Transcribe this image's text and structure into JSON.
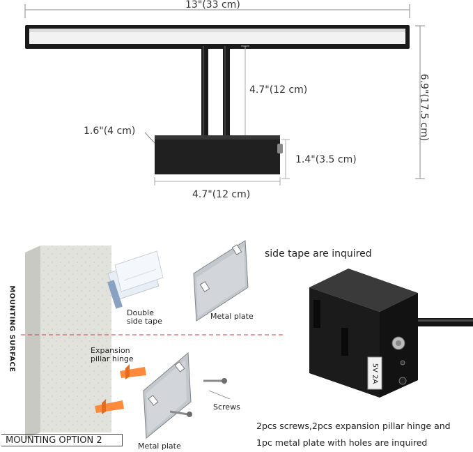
{
  "dimensions": {
    "width": "13\"(33 cm)",
    "height": "6.9\"(17.5 cm)",
    "arm": "4.7\"(12 cm)",
    "base_depth": "1.6\"(4 cm)",
    "base_height": "1.4\"(3.5 cm)",
    "base_width": "4.7\"(12 cm)"
  },
  "mounting": {
    "surface_label": "MOUNTING SURFACE",
    "option2_label": "MOUNTING OPTION 2",
    "tape_note": "side tape are inquired",
    "double_tape_line1": "Double",
    "double_tape_line2": "side tape",
    "metal_plate_top": "Metal plate",
    "expansion_line1": "Expansion",
    "expansion_line2": "pillar hinge",
    "screws_label": "Screws",
    "metal_plate_bottom": "Metal plate",
    "kit_note_line1": "2pcs screws,2pcs expansion pillar hinge and",
    "kit_note_line2": "1pc metal plate with holes are inquired"
  },
  "device": {
    "port_label": "5V 2A"
  }
}
